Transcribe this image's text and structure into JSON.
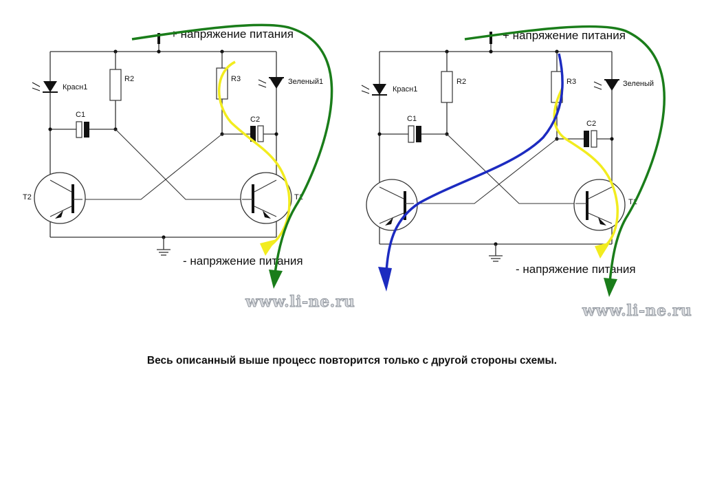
{
  "diagrams": [
    {
      "supply_plus": "+ напряжение питания",
      "supply_minus": "- напряжение питания",
      "components": {
        "r2": "R2",
        "r3": "R3",
        "c1": "C1",
        "c2": "C2",
        "t1": "T1",
        "t2": "T2",
        "led_red": "Красн1",
        "led_green": "Зеленый1"
      },
      "watermark": "www.li-ne.ru",
      "arrows": [
        {
          "color": "#1a7d1a",
          "meaning": "green-current-path"
        },
        {
          "color": "#f2ec1f",
          "meaning": "yellow-current-path"
        }
      ]
    },
    {
      "supply_plus": "+ напряжение питания",
      "supply_minus": "- напряжение питания",
      "components": {
        "r2": "R2",
        "r3": "R3",
        "c1": "C1",
        "c2": "C2",
        "t1": "T1",
        "t2": "",
        "led_red": "Красн1",
        "led_green": "Зеленый"
      },
      "watermark": "www.li-ne.ru",
      "arrows": [
        {
          "color": "#1a7d1a",
          "meaning": "green-current-path"
        },
        {
          "color": "#f2ec1f",
          "meaning": "yellow-current-path"
        },
        {
          "color": "#1c2bc0",
          "meaning": "blue-current-path"
        }
      ]
    }
  ],
  "caption": "Весь описанный выше процесс повторится только с другой стороны схемы."
}
